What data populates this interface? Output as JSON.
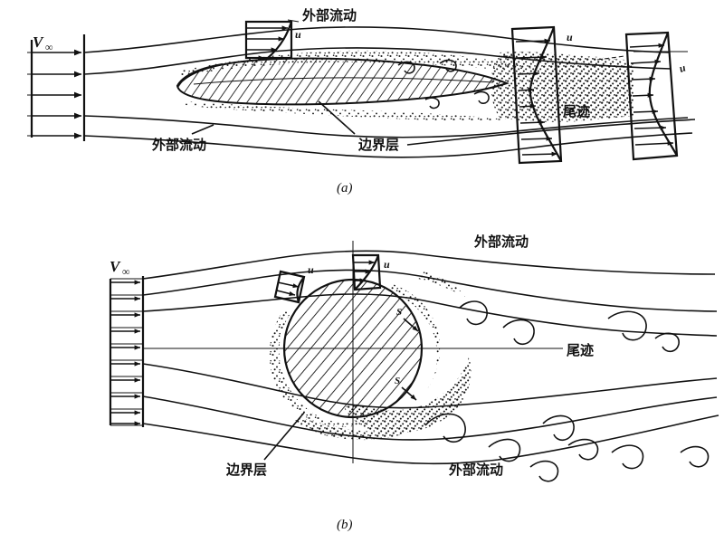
{
  "figure": {
    "title_type": "fluid-dynamics-boundary-layer-separation-diagram",
    "background_color": "#ffffff",
    "ink_color": "#111111"
  },
  "panel_a": {
    "caption": "(a)",
    "subject": "airfoil",
    "freestream_label": "V",
    "freestream_subscript": "∞",
    "profile_labels": [
      {
        "name": "u-upper-surface",
        "text": "u"
      },
      {
        "name": "u-wake-near",
        "text": "u"
      },
      {
        "name": "u-wake-far",
        "text": "u"
      }
    ],
    "annotations": [
      {
        "name": "external-flow-top",
        "text": "外部流动"
      },
      {
        "name": "external-flow-bottom",
        "text": "外部流动"
      },
      {
        "name": "boundary-layer",
        "text": "边界层"
      },
      {
        "name": "wake",
        "text": "尾迹"
      }
    ],
    "streamline_count": 5,
    "inlet_arrow_count": 5
  },
  "panel_b": {
    "caption": "(b)",
    "subject": "circular-cylinder",
    "freestream_label": "V",
    "freestream_subscript": "∞",
    "profile_labels": [
      {
        "name": "u-left-box",
        "text": "u"
      },
      {
        "name": "u-top-box",
        "text": "u"
      }
    ],
    "separation_points": [
      {
        "name": "separation-point-upper",
        "text": "S"
      },
      {
        "name": "separation-point-lower",
        "text": "S"
      }
    ],
    "annotations": [
      {
        "name": "external-flow-top",
        "text": "外部流动"
      },
      {
        "name": "external-flow-bottom",
        "text": "外部流动"
      },
      {
        "name": "boundary-layer",
        "text": "边界层"
      },
      {
        "name": "wake",
        "text": "尾迹"
      }
    ],
    "inlet_arrow_count": 9,
    "vortex_count": 11
  }
}
